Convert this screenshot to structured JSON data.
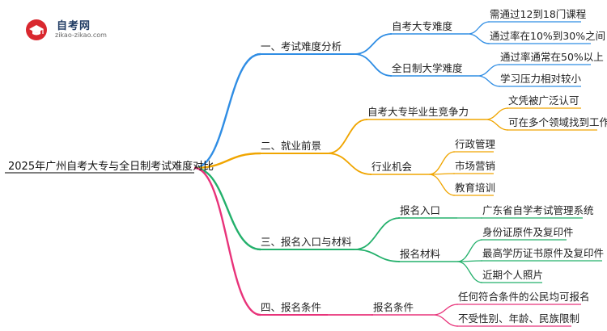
{
  "logo": {
    "name": "自考网",
    "domain": "zikao-zikao.com"
  },
  "root": "2025年广州自考大专与全日制考试难度对比",
  "colors": {
    "branch1": "#2f8de4",
    "branch2": "#f0a500",
    "branch3": "#23b06b",
    "branch4": "#e8337a",
    "root_line": "#555555",
    "logo_red": "#d9282f",
    "logo_blue": "#1f3b63"
  },
  "branches": [
    {
      "label": "一、考试难度分析",
      "children": [
        {
          "label": "自考大专难度",
          "children": [
            "需通过12到18门课程",
            "通过率在10%到30%之间"
          ]
        },
        {
          "label": "全日制大学难度",
          "children": [
            "通过率通常在50%以上",
            "学习压力相对较小"
          ]
        }
      ]
    },
    {
      "label": "二、就业前景",
      "children": [
        {
          "label": "自考大专毕业生竞争力",
          "children": [
            "文凭被广泛认可",
            "可在多个领域找到工作"
          ]
        },
        {
          "label": "行业机会",
          "children": [
            "行政管理",
            "市场营销",
            "教育培训"
          ]
        }
      ]
    },
    {
      "label": "三、报名入口与材料",
      "children": [
        {
          "label": "报名入口",
          "children": [
            "广东省自学考试管理系统"
          ]
        },
        {
          "label": "报名材料",
          "children": [
            "身份证原件及复印件",
            "最高学历证书原件及复印件",
            "近期个人照片"
          ]
        }
      ]
    },
    {
      "label": "四、报名条件",
      "children": [
        {
          "label": "报名条件",
          "children": [
            "任何符合条件的公民均可报名",
            "不受性别、年龄、民族限制"
          ]
        }
      ]
    }
  ]
}
